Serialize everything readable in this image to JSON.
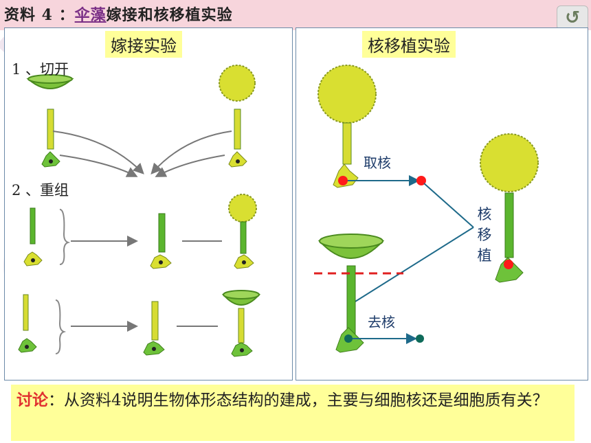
{
  "header": {
    "prefix": "资料 4 ：",
    "link": "伞藻",
    "suffix": "嫁接和核移植实验"
  },
  "left_panel": {
    "label": "嫁接实验",
    "step1": "1 、切开",
    "step2": "2 、重组"
  },
  "right_panel": {
    "label": "核移植实验",
    "take_nucleus": "取核",
    "remove_nucleus": "去核",
    "transplant": [
      "核",
      "移",
      "植"
    ]
  },
  "discussion": {
    "lead": "讨论",
    "text": "：从资料4说明生物体形态结构的建成，主要与细胞核还是细胞质有关？"
  },
  "icons": {
    "back": "back-icon"
  },
  "colors": {
    "header_bg": "#f7d5dc",
    "label_bg": "#ffff99",
    "cap_yellow": "#d7e030",
    "cap_green": "#8cc63f",
    "stalk_green": "#5bb52e",
    "nucleus_red": "#ff1a1a",
    "nucleus_teal": "#0f6b5a",
    "arrow_blue": "#1e6a8a",
    "dash_red": "#e02020"
  }
}
